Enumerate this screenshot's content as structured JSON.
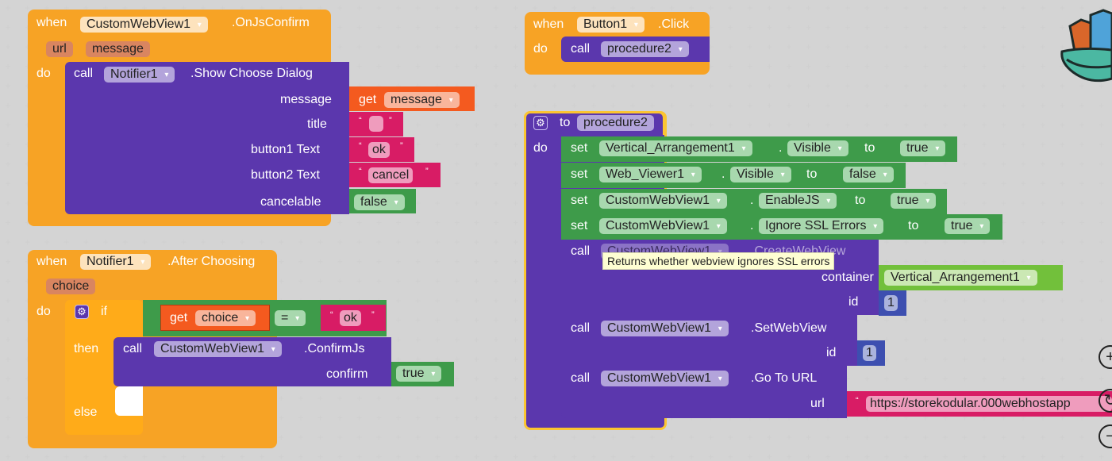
{
  "workspace": {
    "block_colors": {
      "event": "#f7a325",
      "component_method": "#5b37ad",
      "setter": "#3e9b4a",
      "text": "#d81c65",
      "variable_get": "#f45a1f",
      "logic": "#3e9b4a",
      "math": "#3d4fb0",
      "component_ref": "#72c03b",
      "procedure_def": "#5b37ad"
    },
    "tooltip": "Returns whether webview ignores SSL errors"
  },
  "block_on_js_confirm": {
    "when": "when",
    "component": "CustomWebView1",
    "event": ".OnJsConfirm",
    "params": [
      "url",
      "message"
    ],
    "do": "do",
    "call": {
      "call": "call",
      "component": "Notifier1",
      "method": ".Show Choose Dialog",
      "args": [
        {
          "name": "message",
          "kind": "get",
          "get": "get",
          "value": "message"
        },
        {
          "name": "title",
          "kind": "text",
          "value": ""
        },
        {
          "name": "button1 Text",
          "kind": "text",
          "value": "ok"
        },
        {
          "name": "button2 Text",
          "kind": "text",
          "value": "cancel"
        },
        {
          "name": "cancelable",
          "kind": "bool",
          "value": "false"
        }
      ]
    }
  },
  "block_after_choosing": {
    "when": "when",
    "component": "Notifier1",
    "event": ".After Choosing",
    "params": [
      "choice"
    ],
    "do": "do",
    "if": {
      "if": "if",
      "then": "then",
      "else": "else",
      "condition": {
        "get": "get",
        "var": "choice",
        "op": "=",
        "text": "ok"
      },
      "then_call": {
        "call": "call",
        "component": "CustomWebView1",
        "method": ".ConfirmJs",
        "arg_name": "confirm",
        "arg_value": "true"
      }
    }
  },
  "block_button_click": {
    "when": "when",
    "component": "Button1",
    "event": ".Click",
    "do": "do",
    "call": "call",
    "procedure": "procedure2"
  },
  "block_procedure": {
    "to": "to",
    "name": "procedure2",
    "do": "do",
    "setters": [
      {
        "set": "set",
        "component": "Vertical_Arrangement1",
        "property": "Visible",
        "to": "to",
        "value": "true"
      },
      {
        "set": "set",
        "component": "Web_Viewer1",
        "property": "Visible",
        "to": "to",
        "value": "false"
      },
      {
        "set": "set",
        "component": "CustomWebView1",
        "property": "EnableJS",
        "to": "to",
        "value": "true"
      },
      {
        "set": "set",
        "component": "CustomWebView1",
        "property": "Ignore SSL Errors",
        "to": "to",
        "value": "true"
      }
    ],
    "create_webview": {
      "call": "call",
      "component": "CustomWebView1",
      "method": ".CreateWebView",
      "container_label": "container",
      "container_value": "Vertical_Arrangement1",
      "id_label": "id",
      "id_value": "1"
    },
    "set_webview": {
      "call": "call",
      "component": "CustomWebView1",
      "method": ".SetWebView",
      "id_label": "id",
      "id_value": "1"
    },
    "go_to_url": {
      "call": "call",
      "component": "CustomWebView1",
      "method": ".Go To URL",
      "url_label": "url",
      "url_value": "https://storekodular.000webhostapp"
    }
  },
  "controls": {
    "dot": ".",
    "quote_open": "“",
    "quote_close": "”",
    "backpack": "backpack-icon",
    "zoom_in": "+",
    "reset": "↻",
    "zoom_out": "−"
  }
}
